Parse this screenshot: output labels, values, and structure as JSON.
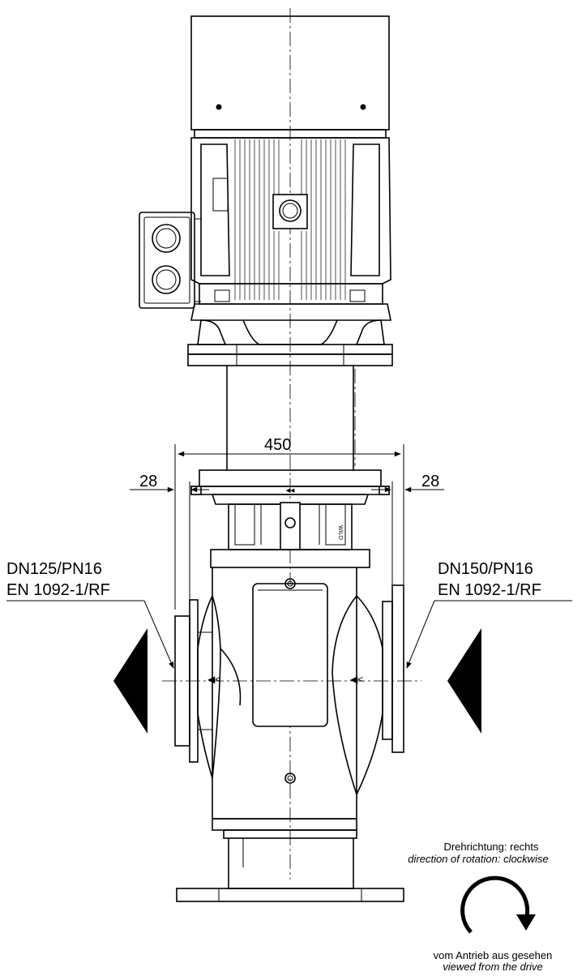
{
  "dimensions": {
    "overall_width": "450",
    "left_offset": "28",
    "right_offset": "28"
  },
  "inlet": {
    "line1": "DN125/PN16",
    "line2": "EN 1092-1/RF"
  },
  "outlet": {
    "line1": "DN150/PN16",
    "line2": "EN 1092-1/RF"
  },
  "rotation": {
    "de": "Drehrichtung: rechts",
    "en": "direction of rotation: clockwise",
    "view_de": "vom Antrieb aus gesehen",
    "view_en": "viewed from the drive"
  },
  "icons": {
    "flow_left": "triangle-left-icon",
    "flow_right": "triangle-left-icon",
    "rotation": "clockwise-arrow-icon"
  }
}
